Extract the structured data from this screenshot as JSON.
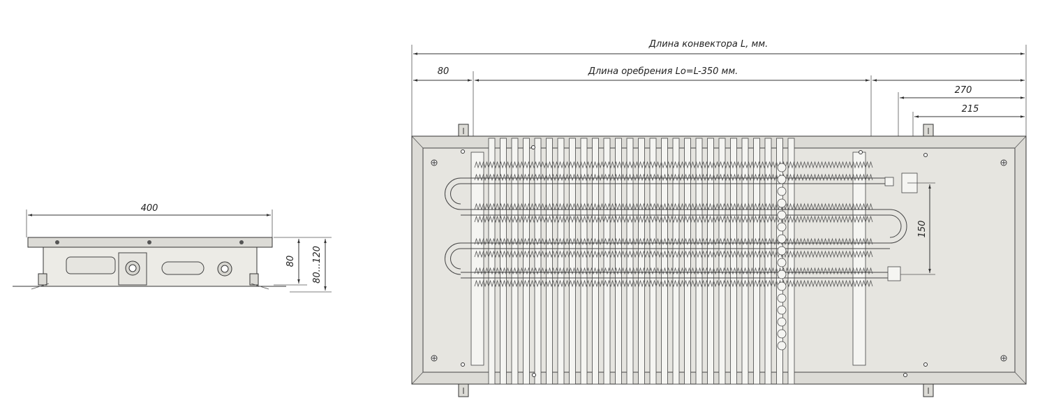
{
  "side_view": {
    "width_label": "400",
    "height_label": "80",
    "height_range_label": "80...120"
  },
  "top_view": {
    "total_length_label": "Длина конвектора L, мм.",
    "offset_label": "80",
    "fin_length_label": "Длина оребрения Lo=L-350 мм.",
    "dim_270_label": "270",
    "dim_215_label": "215",
    "pipe_spacing_label": "150"
  },
  "colors": {
    "line": "#333333",
    "body": "#ecebe6",
    "frame": "#dcdbd6"
  }
}
